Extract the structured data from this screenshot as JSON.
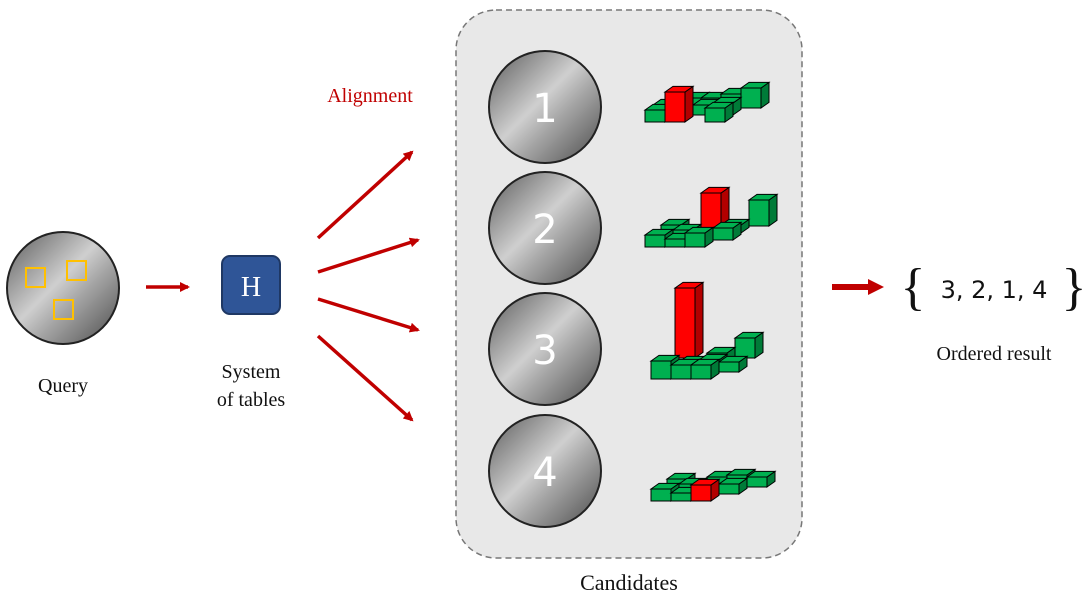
{
  "query": {
    "label": "Query"
  },
  "hash_box": {
    "letter": "H",
    "label_line1": "System",
    "label_line2": "of tables"
  },
  "alignment": {
    "label": "Alignment"
  },
  "candidates": {
    "label": "Candidates",
    "items": [
      {
        "number": "1"
      },
      {
        "number": "2"
      },
      {
        "number": "3"
      },
      {
        "number": "4"
      }
    ]
  },
  "result": {
    "open_brace": "{",
    "values": "3, 2, 1, 4",
    "close_brace": "}",
    "label": "Ordered result"
  },
  "colors": {
    "arrow": "#c00000",
    "alignment_text": "#c00000",
    "hash_box": "#2f5597",
    "panel": "#e8e8e8",
    "bar_green": "#00b050",
    "bar_red": "#ff0000",
    "feature_square": "#ffc000"
  }
}
